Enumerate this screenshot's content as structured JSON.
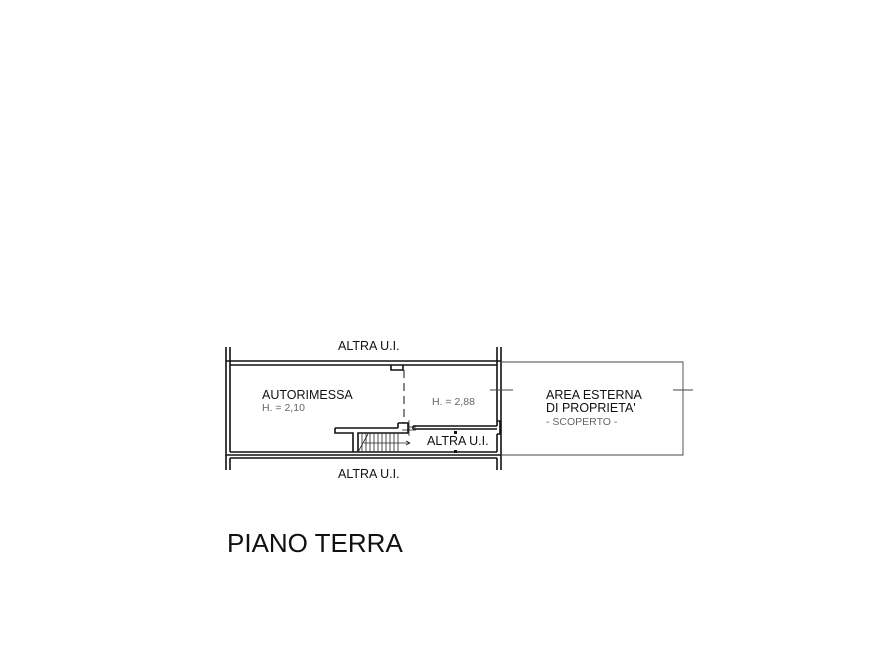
{
  "plan": {
    "title": "PIANO TERRA",
    "neighbors": {
      "top": "ALTRA U.I.",
      "bottom": "ALTRA U.I.",
      "inner": "ALTRA U.I."
    },
    "rooms": [
      {
        "name": "AUTORIMESSA",
        "height": "H. = 2,10"
      },
      {
        "name": "",
        "height": "H. = 2,88"
      }
    ],
    "external_area": {
      "line1": "AREA ESTERNA",
      "line2": "DI PROPRIETA'",
      "note": "- SCOPERTO -"
    },
    "colors": {
      "line": "#111111",
      "thin_line": "#555555",
      "text_light": "#666666"
    }
  }
}
